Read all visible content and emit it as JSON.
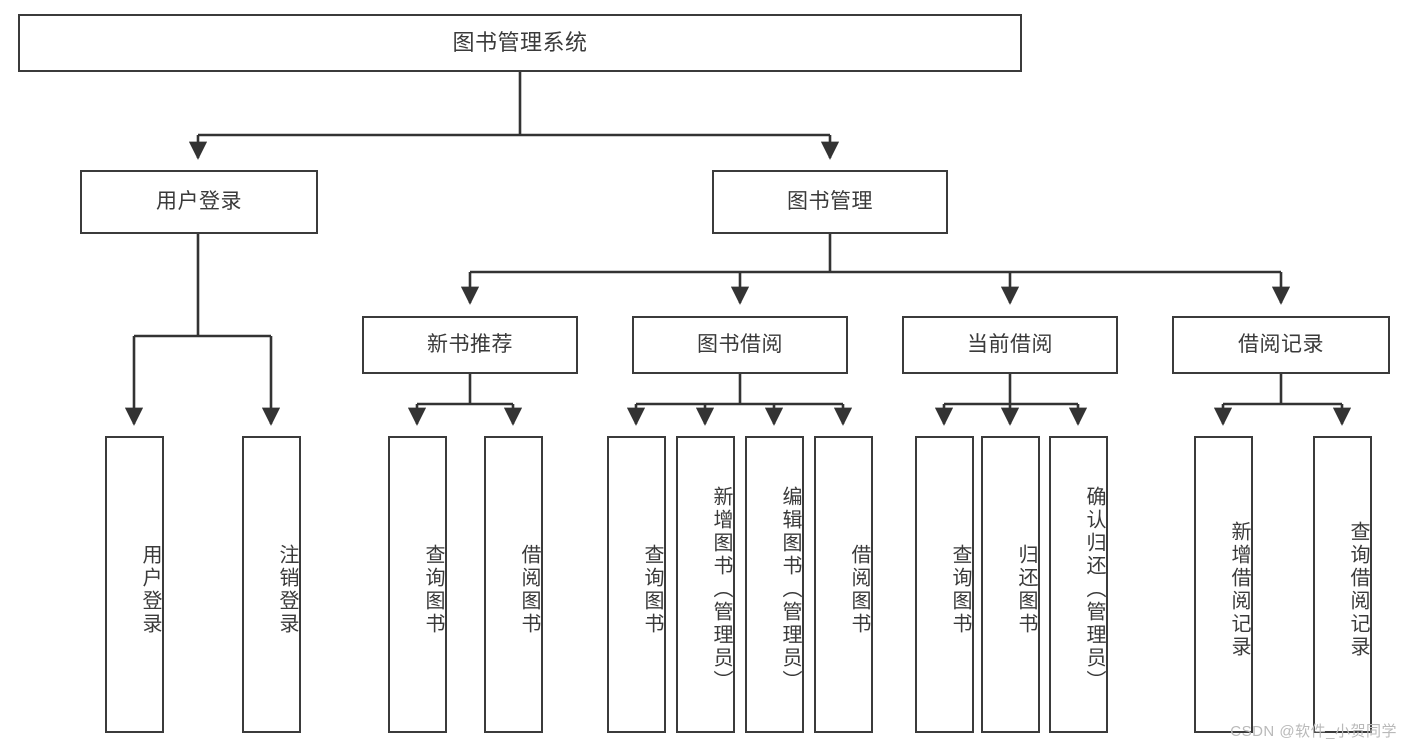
{
  "diagram": {
    "type": "tree-hierarchy-chart",
    "title": "图书管理系统",
    "watermark": "CSDN @软件_小贺同学",
    "colors": {
      "box_border": "#3b3b3b",
      "box_fill": "#ffffff",
      "connector": "#333333",
      "text": "#3a3a3a",
      "watermark": "#b9b9b9",
      "background": "#ffffff"
    },
    "root": {
      "label": "图书管理系统"
    },
    "level2": [
      {
        "id": "user-login",
        "label": "用户登录"
      },
      {
        "id": "book-management",
        "label": "图书管理"
      }
    ],
    "level3": [
      {
        "id": "new-book-recommend",
        "label": "新书推荐",
        "parent": "book-management"
      },
      {
        "id": "book-borrow",
        "label": "图书借阅",
        "parent": "book-management"
      },
      {
        "id": "current-borrow",
        "label": "当前借阅",
        "parent": "book-management"
      },
      {
        "id": "borrow-record",
        "label": "借阅记录",
        "parent": "book-management"
      }
    ],
    "leaves": {
      "user-login": [
        {
          "id": "leaf-user-login",
          "label": "用户登录"
        },
        {
          "id": "leaf-logout-login",
          "label": "注销登录"
        }
      ],
      "new-book-recommend": [
        {
          "id": "leaf-query-book-1",
          "label": "查询图书"
        },
        {
          "id": "leaf-borrow-book-1",
          "label": "借阅图书"
        }
      ],
      "book-borrow": [
        {
          "id": "leaf-query-book-2",
          "label": "查询图书"
        },
        {
          "id": "leaf-add-book",
          "label": "新增图书（管理员）"
        },
        {
          "id": "leaf-edit-book",
          "label": "编辑图书（管理员）"
        },
        {
          "id": "leaf-borrow-book-2",
          "label": "借阅图书"
        }
      ],
      "current-borrow": [
        {
          "id": "leaf-query-book-3",
          "label": "查询图书"
        },
        {
          "id": "leaf-return-book",
          "label": "归还图书"
        },
        {
          "id": "leaf-confirm-return",
          "label": "确认归还（管理员）"
        }
      ],
      "borrow-record": [
        {
          "id": "leaf-add-record",
          "label": "新增借阅记录"
        },
        {
          "id": "leaf-query-record",
          "label": "查询借阅记录"
        }
      ]
    }
  }
}
